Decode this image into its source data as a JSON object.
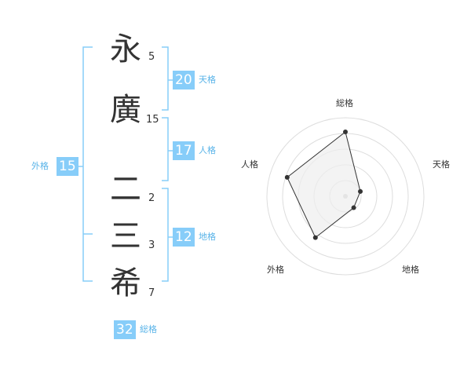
{
  "name": {
    "characters": [
      {
        "char": "永",
        "strokes": "5"
      },
      {
        "char": "廣",
        "strokes": "15"
      },
      {
        "char": "二",
        "strokes": "2"
      },
      {
        "char": "三",
        "strokes": "3"
      },
      {
        "char": "希",
        "strokes": "7"
      }
    ]
  },
  "fortunes": {
    "tenkaku": {
      "value": "20",
      "label": "天格"
    },
    "jinkaku": {
      "value": "17",
      "label": "人格"
    },
    "chikaku": {
      "value": "12",
      "label": "地格"
    },
    "gaikaku": {
      "value": "15",
      "label": "外格"
    },
    "soukaku": {
      "value": "32",
      "label": "総格"
    }
  },
  "radar": {
    "labels": {
      "top": "総格",
      "right": "天格",
      "bottom_right": "地格",
      "bottom_left": "外格",
      "left": "人格"
    },
    "values": [
      0.82,
      0.2,
      0.18,
      0.65,
      0.78
    ],
    "colors": {
      "grid": "#dddddd",
      "fill": "#eeeeee",
      "line": "#333333",
      "point": "#333333"
    }
  },
  "colors": {
    "accent": "#87cdf9",
    "bracket": "#87cdf9",
    "label": "#58b3e8"
  }
}
